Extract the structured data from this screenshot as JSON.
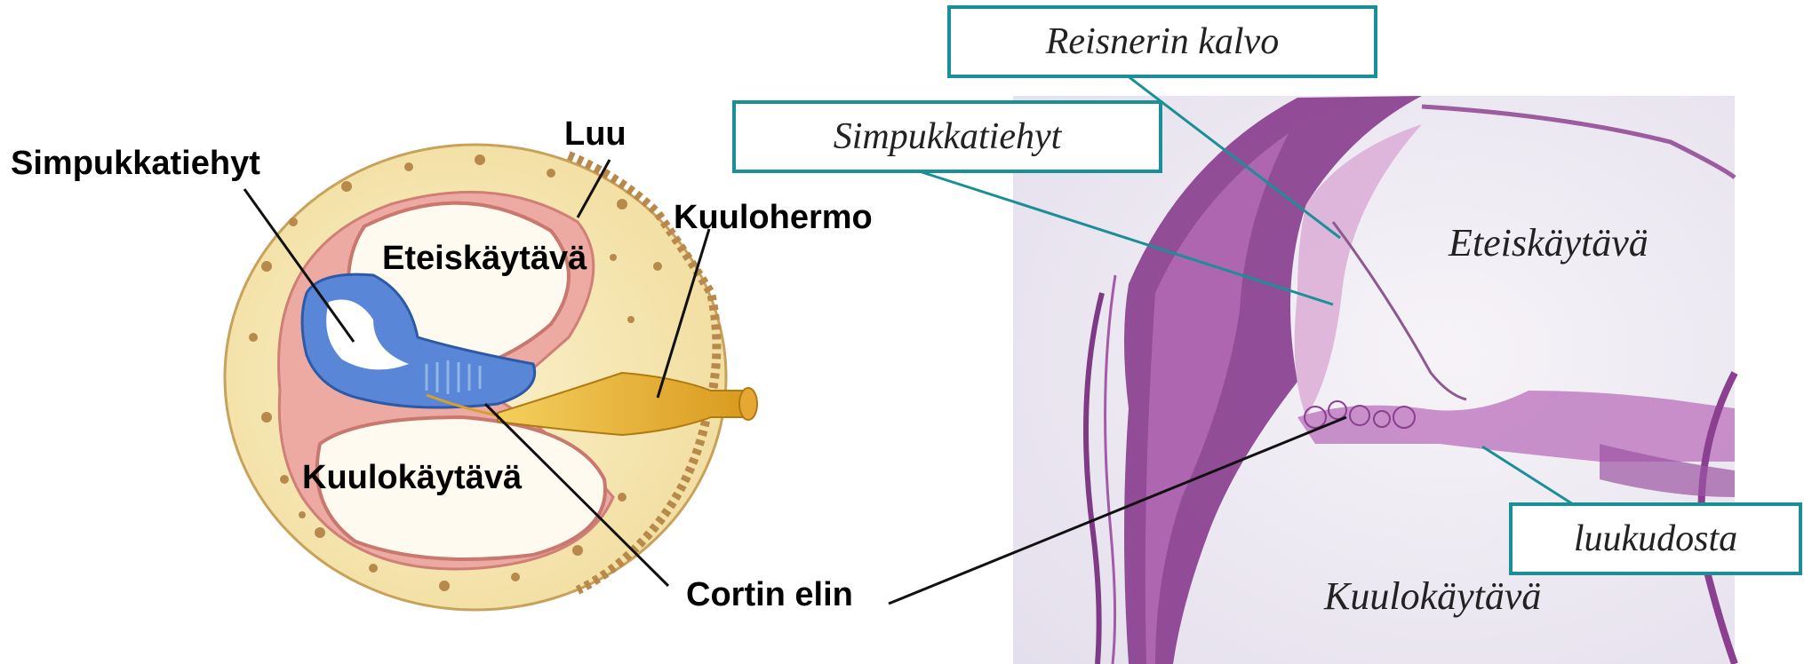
{
  "diagram": {
    "labels": {
      "simpukkatiehyt": "Simpukkatiehyt",
      "luu": "Luu",
      "kuulohermo": "Kuulohermo",
      "eteiskaytava": "Eteiskäytävä",
      "kuulokaytava": "Kuulokäytävä",
      "cortin_elin": "Cortin elin"
    }
  },
  "micrograph": {
    "labels": {
      "reisnerin_kalvo": "Reisnerin kalvo",
      "simpukkatiehyt": "Simpukkatiehyt",
      "eteiskaytava": "Eteiskäytävä",
      "luukudosta": "luukudosta",
      "kuulokaytava": "Kuulokäytävä"
    }
  },
  "colors": {
    "callout_border": "#1b8f96",
    "leader_teal": "#1b8f96",
    "leader_black": "#111111",
    "bone": "#f6e7b4",
    "pink_tissue": "#e89a93",
    "blue_duct": "#5a86d8",
    "nerve": "#e8b53a",
    "stain_purple": "#8a3f8f",
    "slide_bg": "#ece8f1"
  }
}
